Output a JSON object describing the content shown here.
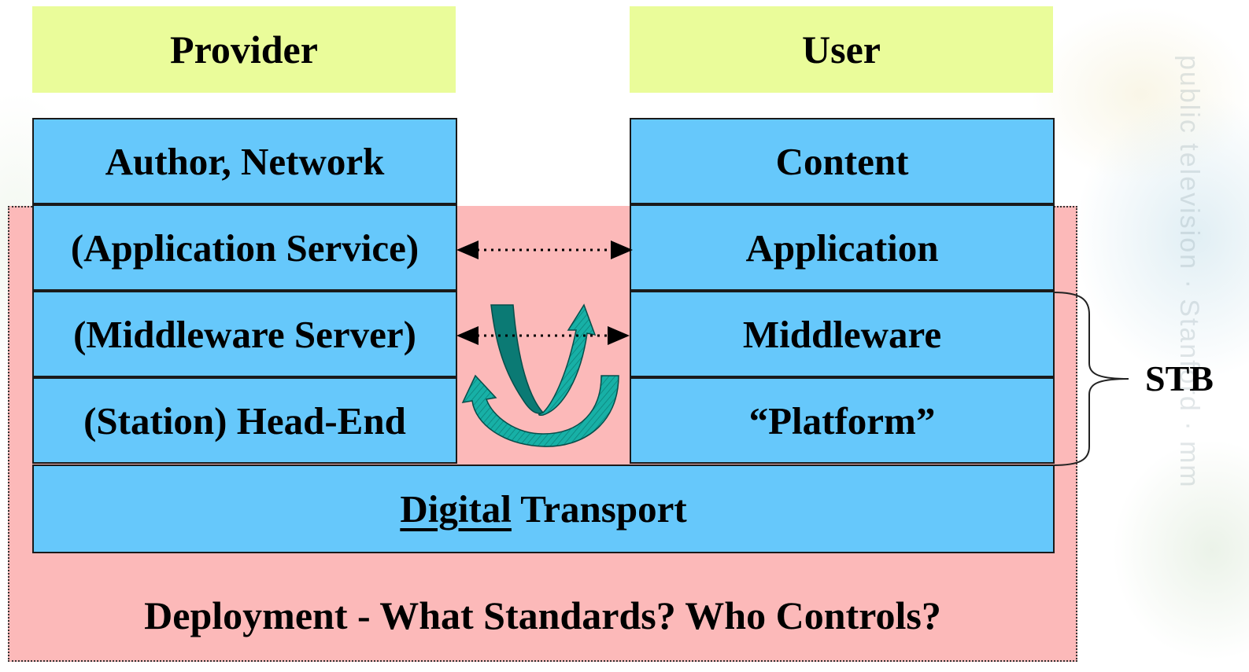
{
  "headers": {
    "provider": "Provider",
    "user": "User"
  },
  "provider_stack": [
    "Author, Network",
    "(Application Service)",
    "(Middleware Server)",
    "(Station) Head-End"
  ],
  "user_stack": [
    "Content",
    "Application",
    "Middleware",
    "“Platform”"
  ],
  "transport": {
    "underlined": "Digital",
    "rest": " Transport"
  },
  "deployment": "Deployment - What Standards? Who Controls?",
  "stb_label": "STB",
  "watermark": "public television · Stanford · mm",
  "colors": {
    "header": "#eafc9a",
    "layer": "#66c8fb",
    "deployment_area": "#fcb9b9",
    "arrows": "#11a39a"
  }
}
